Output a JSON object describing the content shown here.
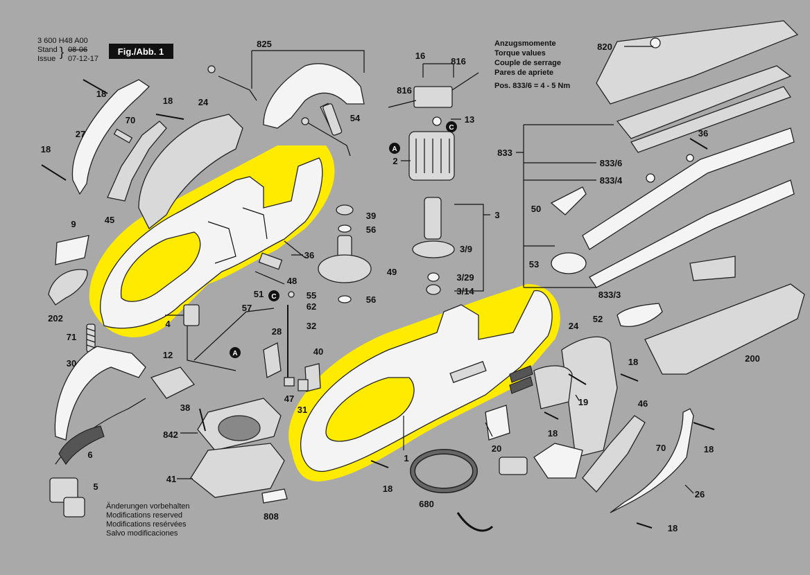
{
  "header": {
    "doc_number": "3 600 H48 A00",
    "stand_label": "Stand",
    "issue_label": "Issue",
    "old_date": "08-06",
    "new_date": "07-12-17",
    "fig_label": "Fig./Abb. 1"
  },
  "torque": {
    "line1": "Anzugsmomente",
    "line2": "Torque values",
    "line3": "Couple de serrage",
    "line4": "Pares de apriete",
    "line5": "Pos. 833/6 = 4 - 5 Nm"
  },
  "footer": {
    "line1": "Änderungen vorbehalten",
    "line2": "Modifications reserved",
    "line3": "Modifications resérvées",
    "line4": "Salvo modificaciones"
  },
  "markers": {
    "A": "A",
    "C": "C"
  },
  "colors": {
    "background": "#a9a9a9",
    "highlight": "#ffeb00"
  },
  "labels": {
    "p825": "825",
    "p16": "16",
    "p816a": "816",
    "p816b": "816",
    "p820": "820",
    "p18a": "18",
    "p70a": "70",
    "p27": "27",
    "p18b": "18",
    "p24a": "24",
    "p54": "54",
    "p13": "13",
    "p2": "2",
    "p36a": "36",
    "p833": "833",
    "p8336": "833/6",
    "p8334": "833/4",
    "p18c": "18",
    "p45": "45",
    "p9": "9",
    "p39": "39",
    "p56a": "56",
    "p3": "3",
    "p50": "50",
    "p39b": "3/9",
    "p49": "49",
    "p36b": "36",
    "p53": "53",
    "p48": "48",
    "p329": "3/29",
    "p314": "3/14",
    "p8333": "833/3",
    "p51": "51",
    "p55": "55",
    "p56b": "56",
    "p202": "202",
    "p62": "62",
    "p57": "57",
    "p52": "52",
    "p71": "71",
    "p4": "4",
    "p32": "32",
    "p24b": "24",
    "p28": "28",
    "p200": "200",
    "p30": "30",
    "p12": "12",
    "p40": "40",
    "p18d": "18",
    "p19": "19",
    "p47": "47",
    "p38": "38",
    "p31": "31",
    "p46": "46",
    "p18e": "18",
    "p842": "842",
    "p6": "6",
    "p70b": "70",
    "p20": "20",
    "p18f": "18",
    "p1": "1",
    "p5": "5",
    "p41": "41",
    "p18g": "18",
    "p26": "26",
    "p680": "680",
    "p808": "808",
    "p18h": "18"
  }
}
